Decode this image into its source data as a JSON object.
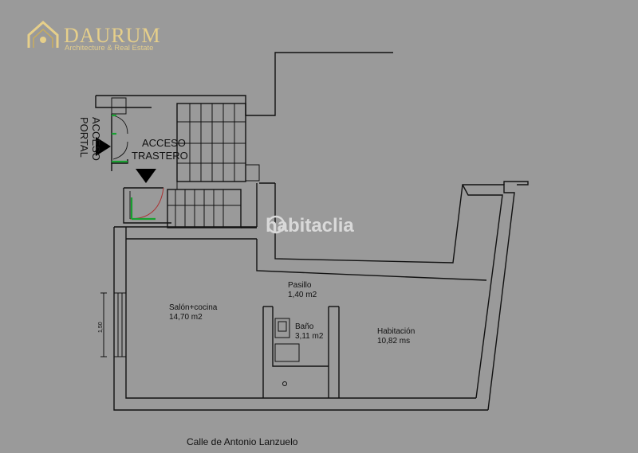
{
  "logo": {
    "brand": "DAURUM",
    "tagline": "Architecture & Real Estate",
    "accent_color": "#e6cf8a",
    "icon": "house-roof-logo-icon"
  },
  "watermark": {
    "text": "habitaclia"
  },
  "access": {
    "portal": [
      "ACCESO",
      "PORTAL"
    ],
    "storage": [
      "ACCESO",
      "TRASTERO"
    ]
  },
  "rooms": {
    "salon": {
      "name": "Salón+cocina",
      "area": "14,70 m2"
    },
    "pasillo": {
      "name": "Pasillo",
      "area": "1,40 m2"
    },
    "bano": {
      "name": "Baño",
      "area": "3,11 m2"
    },
    "habitacion": {
      "name": "Habitación",
      "area": "10,82 ms"
    }
  },
  "dimension": {
    "value": "1,50"
  },
  "street": {
    "name": "Calle de Antonio Lanzuelo"
  },
  "colors": {
    "background": "#9a9a9a",
    "walls": "#111111",
    "door_frames": "#18a030"
  }
}
